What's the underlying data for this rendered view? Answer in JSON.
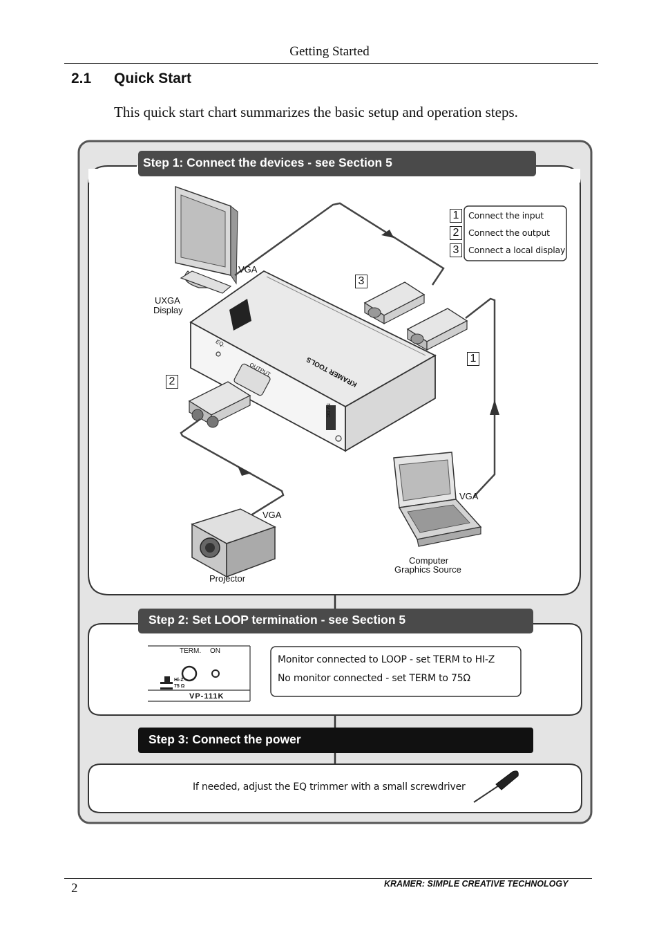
{
  "header": {
    "running_title": "Getting Started"
  },
  "section": {
    "number": "2.1",
    "title": "Quick Start"
  },
  "intro": "This quick start chart summarizes the basic setup and operation steps.",
  "steps": {
    "step1": {
      "banner": "Step 1: Connect the devices - see Section 5",
      "legend": [
        {
          "num": "1",
          "text": "Connect the input"
        },
        {
          "num": "2",
          "text": "Connect the output"
        },
        {
          "num": "3",
          "text": "Connect a local display"
        }
      ],
      "labels": {
        "display_vga": "VGA",
        "display_line1": "UXGA",
        "display_line2": "Display",
        "projector_vga": "VGA",
        "projector": "Projector",
        "laptop_vga": "VGA",
        "laptop_line1": "Computer",
        "laptop_line2": "Graphics Source"
      },
      "device_text": {
        "eq": "EQ.",
        "output": "OUTPUT",
        "brand": "KRAMER TOOLS",
        "power": "5V DC"
      },
      "callouts": {
        "c1": "1",
        "c2": "2",
        "c3": "3"
      }
    },
    "step2": {
      "banner": "Step 2: Set LOOP termination - see Section 5",
      "panel": {
        "term": "TERM.",
        "on": "ON",
        "hiz": "Hi-Z",
        "ohm": "75 Ω",
        "model": "VP-111K"
      },
      "notes": [
        "Monitor connected to LOOP - set TERM to HI-Z",
        "No monitor connected - set TERM to 75Ω"
      ]
    },
    "step3": {
      "banner": "Step 3: Connect the power",
      "note": "If needed, adjust the EQ trimmer with a small screwdriver"
    }
  },
  "footer": {
    "page_number": "2",
    "brand": "KRAMER:  SIMPLE CREATIVE TECHNOLOGY"
  },
  "colors": {
    "banner_dark": "#4a4a4a",
    "banner_black": "#111111",
    "frame_fill": "#e3e3e3",
    "frame_stroke": "#555555"
  }
}
